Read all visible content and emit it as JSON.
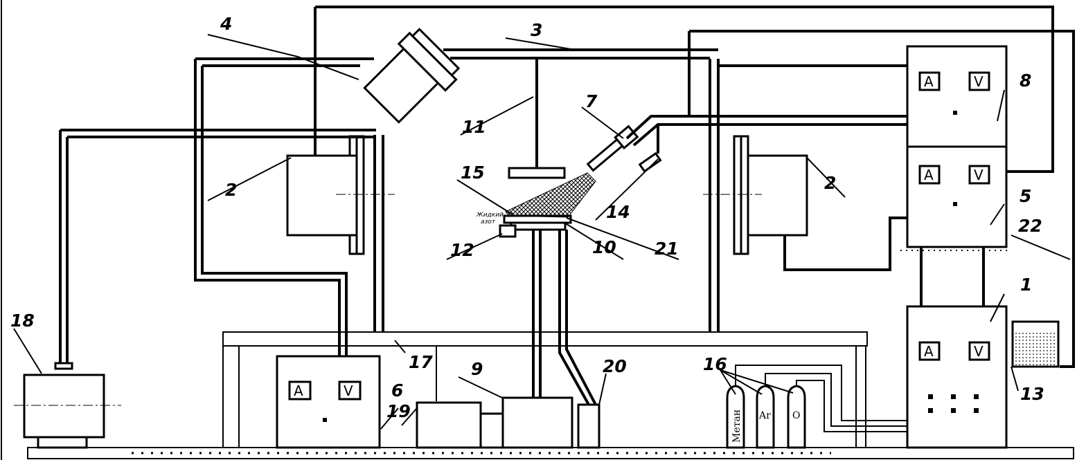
{
  "labels": {
    "n1": "1",
    "n2a": "2",
    "n2b": "2",
    "n3": "3",
    "n4": "4",
    "n5": "5",
    "n6": "6",
    "n7": "7",
    "n8": "8",
    "n9": "9",
    "n10": "10",
    "n11": "11",
    "n12": "12",
    "n13": "13",
    "n14": "14",
    "n15": "15",
    "n16": "16",
    "n17": "17",
    "n18": "18",
    "n19": "19",
    "n20": "20",
    "n21": "21",
    "n22": "22"
  },
  "meters": {
    "ammeter": "A",
    "voltmeter": "V"
  },
  "nitrogen": {
    "line1": "Жидкий",
    "line2": "азот"
  },
  "gases": {
    "methane": "Метан",
    "argon": "Ar",
    "oxygen": "O"
  }
}
